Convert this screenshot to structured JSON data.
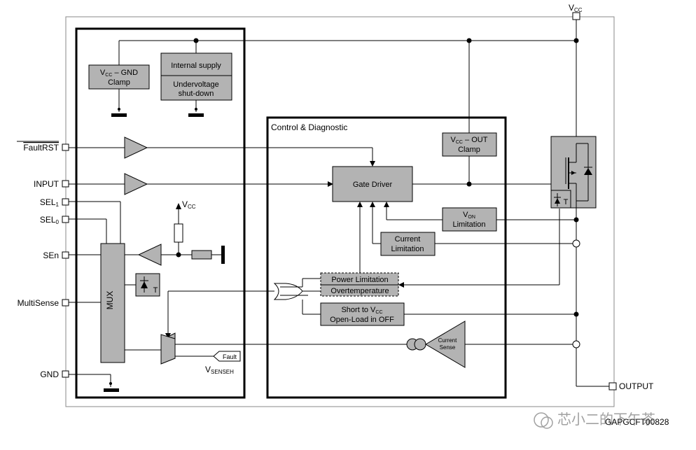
{
  "pins": {
    "fault_rst": "FaultRST",
    "input": "INPUT",
    "sel1_base": "SEL",
    "sel1_sub": "1",
    "sel0_base": "SEL",
    "sel0_sub": "0",
    "sen": "SEn",
    "multisense": "MultiSense",
    "gnd": "GND",
    "output": "OUTPUT",
    "vcc_base": "V",
    "vcc_sub": "CC"
  },
  "blocks": {
    "vcc_gnd_clamp_1": "V",
    "vcc_gnd_clamp_1_sub": "CC",
    "vcc_gnd_clamp_1_rest": " – GND",
    "vcc_gnd_clamp_2": "Clamp",
    "internal_supply": "Internal supply",
    "undervoltage_1": "Undervoltage",
    "undervoltage_2": "shut-down",
    "control_diag_title": "Control & Diagnostic",
    "vcc_out_clamp_1": "V",
    "vcc_out_clamp_1_sub": "CC",
    "vcc_out_clamp_1_rest": " – OUT",
    "vcc_out_clamp_2": "Clamp",
    "gate_driver": "Gate Driver",
    "von_limit_1": "V",
    "von_limit_1_sub": "ON",
    "von_limit_2": "Limitation",
    "current_limit_1": "Current",
    "current_limit_2": "Limitation",
    "power_limit": "Power Limitation",
    "overtemp": "Overtemperature",
    "short_vcc_1": "Short to V",
    "short_vcc_1_sub": "CC",
    "open_load": "Open-Load in OFF",
    "current_sense_1": "Current",
    "current_sense_2": "Sense",
    "mux": "MUX",
    "thermal_t": "T",
    "fet_t": "T",
    "fault_tag": "Fault",
    "vsenseh_base": "V",
    "vsenseh_sub": "SENSEH",
    "vcc_ref_base": "V",
    "vcc_ref_sub": "CC",
    "figure_id": "GAPGCFT00828"
  },
  "watermark": "芯小二的下午茶"
}
